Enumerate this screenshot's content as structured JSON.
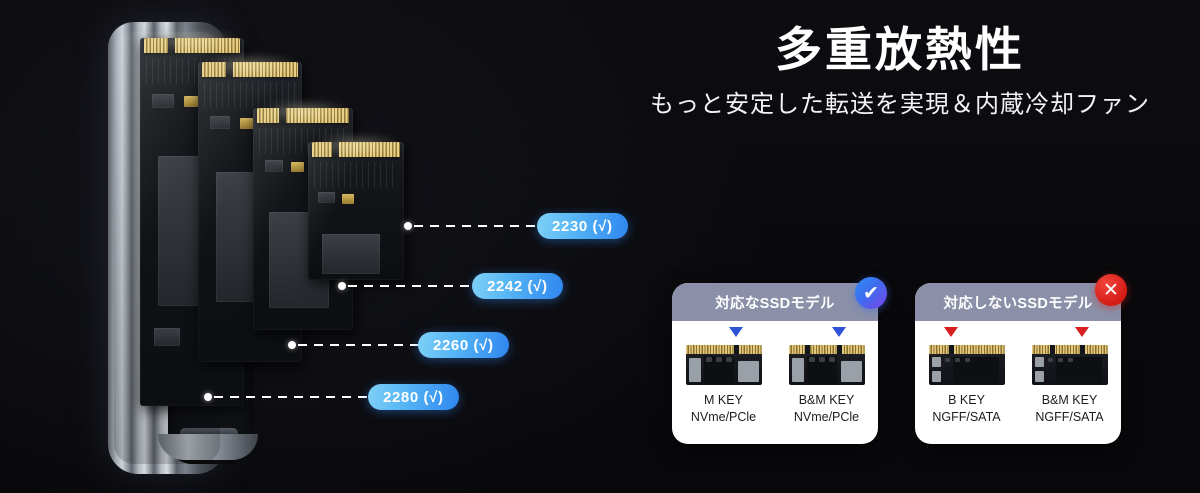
{
  "headline": {
    "title": "多重放熱性",
    "subtitle": "もっと安定した転送を実現＆内蔵冷却ファン"
  },
  "size_badges": [
    {
      "label": "2230 (√)"
    },
    {
      "label": "2242 (√)"
    },
    {
      "label": "2260 (√)"
    },
    {
      "label": "2280 (√)"
    }
  ],
  "compat": {
    "supported": {
      "header": "対応なSSDモデル",
      "status_icon": "check-icon",
      "status_symbol": "✔",
      "items": [
        {
          "key": "M KEY",
          "iface": "NVme/PCle"
        },
        {
          "key": "B&M KEY",
          "iface": "NVme/PCle"
        }
      ]
    },
    "unsupported": {
      "header": "対応しないSSDモデル",
      "status_icon": "cross-icon",
      "status_symbol": "✕",
      "items": [
        {
          "key": "B KEY",
          "iface": "NGFF/SATA"
        },
        {
          "key": "B&M KEY",
          "iface": "NGFF/SATA"
        }
      ]
    }
  },
  "colors": {
    "background": "#0b0b0e",
    "badge_light": "#7fd0f7",
    "badge_dark": "#2f86ef",
    "card_header": "#8b90a8",
    "ok_badge": "#3e6df0",
    "ng_badge": "#d51b16",
    "text_primary": "#ffffff"
  }
}
